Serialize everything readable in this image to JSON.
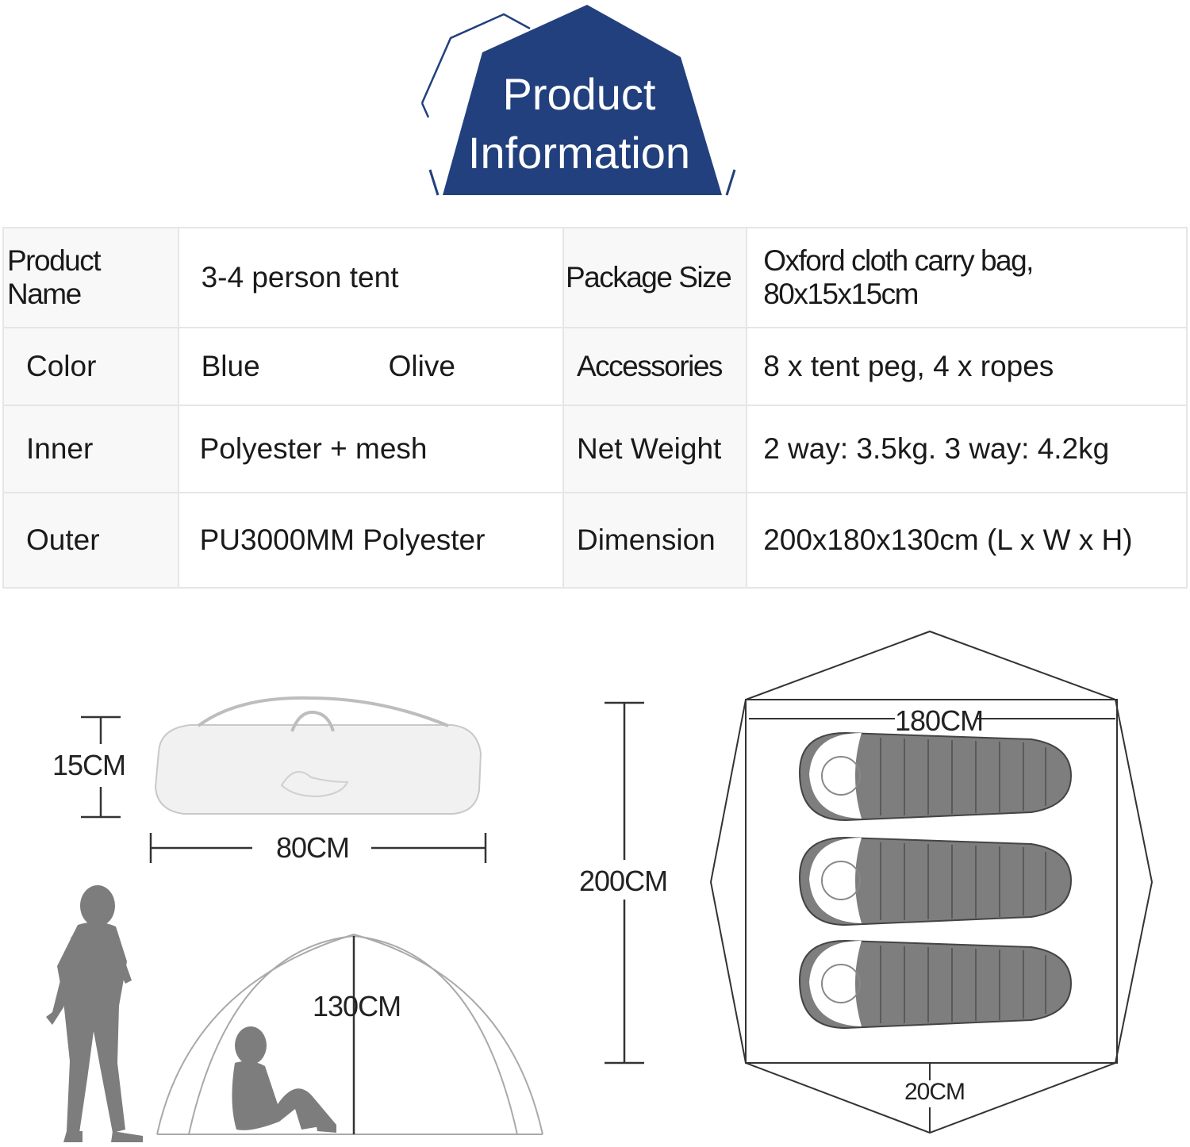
{
  "header": {
    "title_line1": "Product",
    "title_line2": "Information",
    "badge_color": "#21407d"
  },
  "specs": {
    "rows": [
      {
        "label1": "Product Name",
        "value1a": "3-4 person tent",
        "value1b": "",
        "label2": "Package Size",
        "value2": "Oxford cloth carry bag, 80x15x15cm"
      },
      {
        "label1": "Color",
        "value1a": "Blue",
        "value1b": "Olive",
        "label2": "Accessories",
        "value2": "8 x tent peg, 4 x ropes"
      },
      {
        "label1": "Inner",
        "value1a": "Polyester + mesh",
        "value1b": "",
        "label2": "Net Weight",
        "value2": "2 way: 3.5kg. 3 way: 4.2kg"
      },
      {
        "label1": "Outer",
        "value1a": "PU3000MM Polyester",
        "value1b": "",
        "label2": "Dimension",
        "value2": "200x180x130cm (L x W x H)"
      }
    ]
  },
  "diagram": {
    "bag_height": "15CM",
    "bag_length": "80CM",
    "tent_height": "130CM",
    "tent_length": "200CM",
    "tent_width": "180CM",
    "vestibule": "20CM"
  }
}
